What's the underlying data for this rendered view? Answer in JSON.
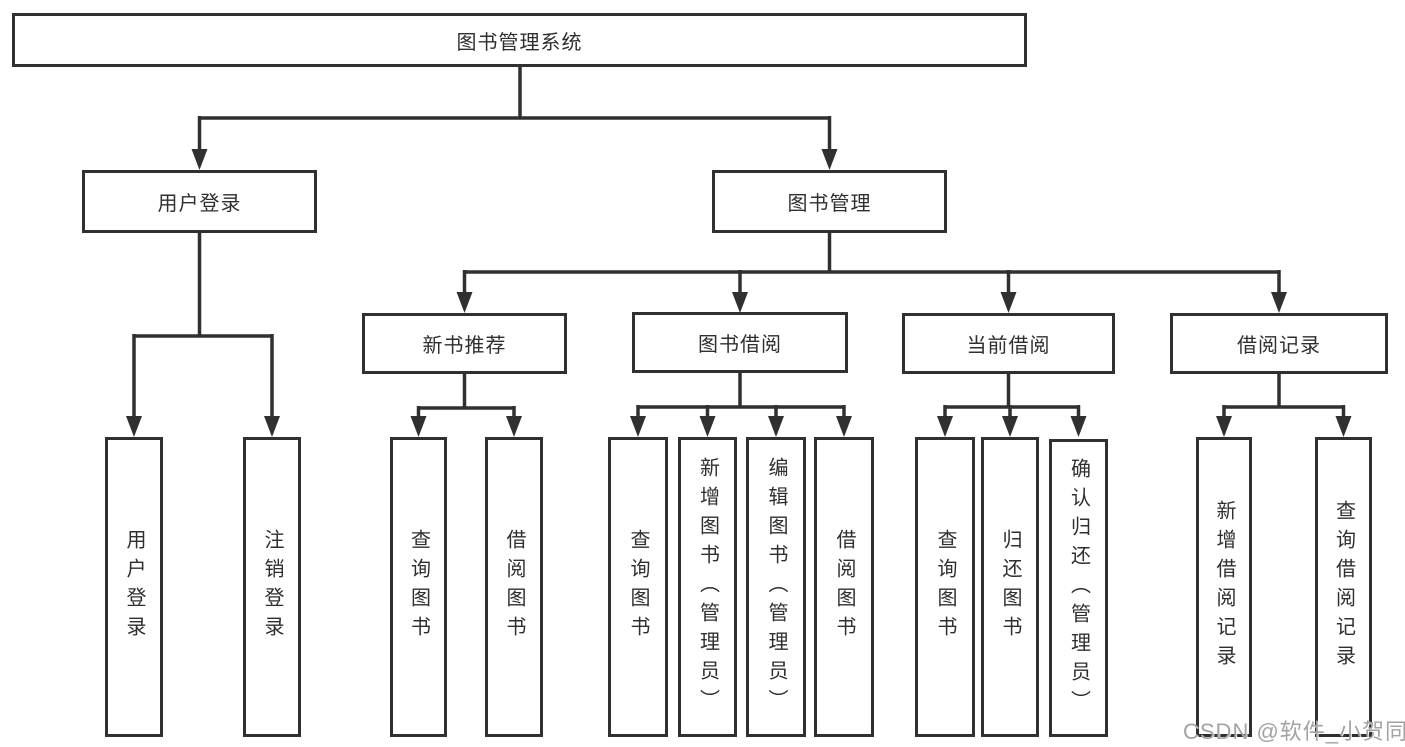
{
  "colors": {
    "line": "#303030",
    "text": "#2f2f2f",
    "watermark": "#a3a3a3",
    "background": "#ffffff"
  },
  "watermark": "CSDN @软件_小贺同学",
  "tree": {
    "root": "图书管理系统",
    "branches": [
      {
        "label": "用户登录",
        "children": [
          "用户登录",
          "注销登录"
        ]
      },
      {
        "label": "图书管理",
        "groups": [
          {
            "label": "新书推荐",
            "children": [
              "查询图书",
              "借阅图书"
            ]
          },
          {
            "label": "图书借阅",
            "children": [
              "查询图书",
              "新增图书（管理员）",
              "编辑图书（管理员）",
              "借阅图书"
            ]
          },
          {
            "label": "当前借阅",
            "children": [
              "查询图书",
              "归还图书",
              "确认归还（管理员）"
            ]
          },
          {
            "label": "借阅记录",
            "children": [
              "新增借阅记录",
              "查询借阅记录"
            ]
          }
        ]
      }
    ]
  }
}
